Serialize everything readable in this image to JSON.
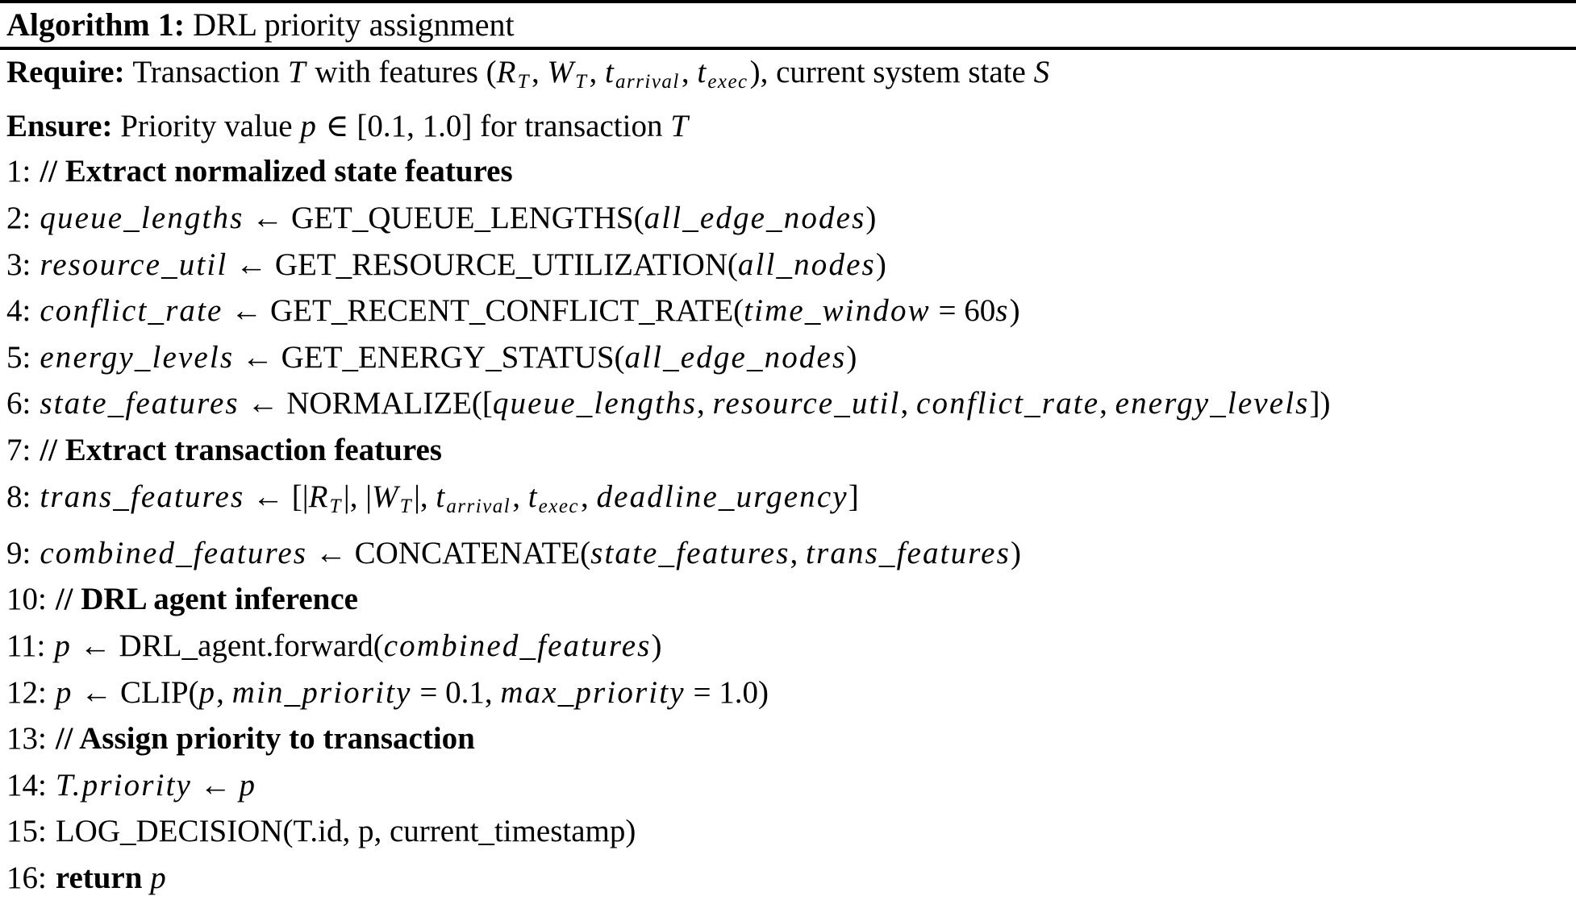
{
  "page": {
    "background": "#ffffff",
    "text_color": "#000000",
    "rule_color": "#000000"
  },
  "algorithm": {
    "caption": {
      "segments": [
        {
          "t": "Algorithm 1:",
          "s": "b"
        },
        {
          "t": " DRL priority assignment",
          "s": "n"
        }
      ]
    },
    "preamble": [
      {
        "name": "require-line",
        "segments": [
          {
            "t": "Require: ",
            "s": "b"
          },
          {
            "t": "Transaction ",
            "s": "n"
          },
          {
            "t": "T",
            "s": "i"
          },
          {
            "t": " with features (",
            "s": "n"
          },
          {
            "t": "R",
            "s": "i"
          },
          {
            "t": "T",
            "s": "sub"
          },
          {
            "t": ", ",
            "s": "n"
          },
          {
            "t": "W",
            "s": "i"
          },
          {
            "t": "T",
            "s": "sub"
          },
          {
            "t": ", ",
            "s": "n"
          },
          {
            "t": "t",
            "s": "i"
          },
          {
            "t": "arrival",
            "s": "sub"
          },
          {
            "t": ", ",
            "s": "n"
          },
          {
            "t": "t",
            "s": "i"
          },
          {
            "t": "exec",
            "s": "sub"
          },
          {
            "t": "), current system state ",
            "s": "n"
          },
          {
            "t": "S",
            "s": "i"
          }
        ]
      },
      {
        "name": "ensure-line",
        "segments": [
          {
            "t": "Ensure: ",
            "s": "b"
          },
          {
            "t": "Priority value ",
            "s": "n"
          },
          {
            "t": "p",
            "s": "i"
          },
          {
            "t": " ∈ [0.1, 1.0] for transaction ",
            "s": "n"
          },
          {
            "t": "T",
            "s": "i"
          }
        ]
      }
    ],
    "lines": [
      {
        "number": "1:",
        "segments": [
          {
            "t": "// Extract normalized state features",
            "s": "b"
          }
        ]
      },
      {
        "number": "2:",
        "segments": [
          {
            "t": "queue_lengths",
            "s": "i"
          },
          {
            "t": " ← GET_QUEUE_LENGTHS(",
            "s": "n"
          },
          {
            "t": "all_edge_nodes",
            "s": "i"
          },
          {
            "t": ")",
            "s": "n"
          }
        ]
      },
      {
        "number": "3:",
        "segments": [
          {
            "t": "resource_util",
            "s": "i"
          },
          {
            "t": " ← GET_RESOURCE_UTILIZATION(",
            "s": "n"
          },
          {
            "t": "all_nodes",
            "s": "i"
          },
          {
            "t": ")",
            "s": "n"
          }
        ]
      },
      {
        "number": "4:",
        "segments": [
          {
            "t": "conflict_rate",
            "s": "i"
          },
          {
            "t": " ← GET_RECENT_CONFLICT_RATE(",
            "s": "n"
          },
          {
            "t": "time_window",
            "s": "i"
          },
          {
            "t": " = 60",
            "s": "n"
          },
          {
            "t": "s",
            "s": "i"
          },
          {
            "t": ")",
            "s": "n"
          }
        ]
      },
      {
        "number": "5:",
        "segments": [
          {
            "t": "energy_levels",
            "s": "i"
          },
          {
            "t": " ← GET_ENERGY_STATUS(",
            "s": "n"
          },
          {
            "t": "all_edge_nodes",
            "s": "i"
          },
          {
            "t": ")",
            "s": "n"
          }
        ]
      },
      {
        "number": "6:",
        "segments": [
          {
            "t": "state_features",
            "s": "i"
          },
          {
            "t": " ← NORMALIZE([",
            "s": "n"
          },
          {
            "t": "queue_lengths",
            "s": "i"
          },
          {
            "t": ", ",
            "s": "n"
          },
          {
            "t": "resource_util",
            "s": "i"
          },
          {
            "t": ", ",
            "s": "n"
          },
          {
            "t": "conflict_rate",
            "s": "i"
          },
          {
            "t": ", ",
            "s": "n"
          },
          {
            "t": "energy_levels",
            "s": "i"
          },
          {
            "t": "])",
            "s": "n"
          }
        ]
      },
      {
        "number": "7:",
        "segments": [
          {
            "t": "// Extract transaction features",
            "s": "b"
          }
        ]
      },
      {
        "number": "8:",
        "segments": [
          {
            "t": "trans_features",
            "s": "i"
          },
          {
            "t": " ← [|",
            "s": "n"
          },
          {
            "t": "R",
            "s": "i"
          },
          {
            "t": "T",
            "s": "sub"
          },
          {
            "t": "|, |",
            "s": "n"
          },
          {
            "t": "W",
            "s": "i"
          },
          {
            "t": "T",
            "s": "sub"
          },
          {
            "t": "|, ",
            "s": "n"
          },
          {
            "t": "t",
            "s": "i"
          },
          {
            "t": "arrival",
            "s": "sub"
          },
          {
            "t": ", ",
            "s": "n"
          },
          {
            "t": "t",
            "s": "i"
          },
          {
            "t": "exec",
            "s": "sub"
          },
          {
            "t": ", ",
            "s": "n"
          },
          {
            "t": "deadline_urgency",
            "s": "i"
          },
          {
            "t": "]",
            "s": "n"
          }
        ]
      },
      {
        "number": "9:",
        "segments": [
          {
            "t": "combined_features",
            "s": "i"
          },
          {
            "t": " ← CONCATENATE(",
            "s": "n"
          },
          {
            "t": "state_features",
            "s": "i"
          },
          {
            "t": ", ",
            "s": "n"
          },
          {
            "t": "trans_features",
            "s": "i"
          },
          {
            "t": ")",
            "s": "n"
          }
        ]
      },
      {
        "number": "10:",
        "segments": [
          {
            "t": "// DRL agent inference",
            "s": "b"
          }
        ]
      },
      {
        "number": "11:",
        "segments": [
          {
            "t": "p",
            "s": "i"
          },
          {
            "t": " ← DRL_agent.forward(",
            "s": "n"
          },
          {
            "t": "combined_features",
            "s": "i"
          },
          {
            "t": ")",
            "s": "n"
          }
        ]
      },
      {
        "number": "12:",
        "segments": [
          {
            "t": "p",
            "s": "i"
          },
          {
            "t": " ← CLIP(",
            "s": "n"
          },
          {
            "t": "p",
            "s": "i"
          },
          {
            "t": ", ",
            "s": "n"
          },
          {
            "t": "min_priority",
            "s": "i"
          },
          {
            "t": " = 0.1, ",
            "s": "n"
          },
          {
            "t": "max_priority",
            "s": "i"
          },
          {
            "t": " = 1.0)",
            "s": "n"
          }
        ]
      },
      {
        "number": "13:",
        "segments": [
          {
            "t": "// Assign priority to transaction",
            "s": "b"
          }
        ]
      },
      {
        "number": "14:",
        "segments": [
          {
            "t": "T.priority",
            "s": "i"
          },
          {
            "t": " ← ",
            "s": "n"
          },
          {
            "t": "p",
            "s": "i"
          }
        ]
      },
      {
        "number": "15:",
        "segments": [
          {
            "t": "LOG_DECISION(T.id, p, current_timestamp)",
            "s": "n"
          }
        ]
      },
      {
        "number": "16:",
        "segments": [
          {
            "t": "return ",
            "s": "b"
          },
          {
            "t": "p",
            "s": "i"
          }
        ]
      }
    ]
  }
}
